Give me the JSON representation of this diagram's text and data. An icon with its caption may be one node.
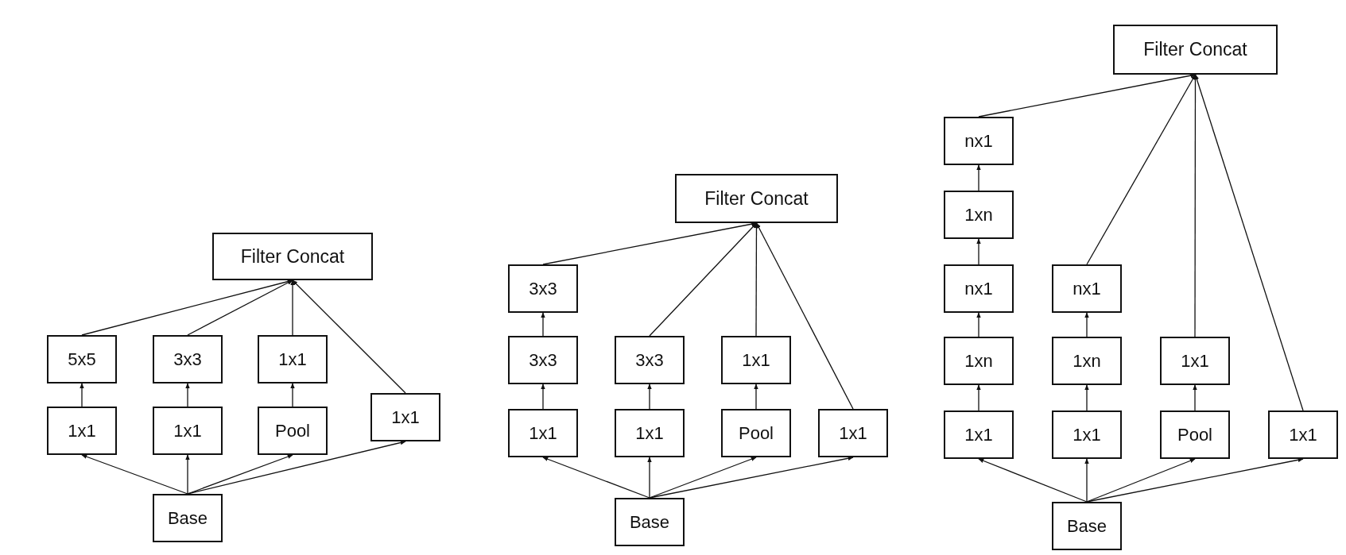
{
  "diagram": {
    "nodes": [
      {
        "text": [
          "Filter Concat"
        ]
      },
      {
        "text": [
          "5x5"
        ]
      },
      {
        "text": [
          "3x3"
        ]
      },
      {
        "text": [
          "1x1"
        ]
      },
      {
        "text": [
          "1x1"
        ]
      },
      {
        "text": [
          "1x1"
        ]
      },
      {
        "text": [
          "1x1"
        ]
      },
      {
        "text": [
          "Pool"
        ]
      },
      {
        "text": [
          "Base"
        ]
      },
      {
        "text": [
          "Filter Concat"
        ]
      },
      {
        "text": [
          "3x3"
        ]
      },
      {
        "text": [
          "3x3"
        ]
      },
      {
        "text": [
          "3x3"
        ]
      },
      {
        "text": [
          "1x1"
        ]
      },
      {
        "text": [
          "1x1"
        ]
      },
      {
        "text": [
          "1x1"
        ]
      },
      {
        "text": [
          "Pool"
        ]
      },
      {
        "text": [
          "1x1"
        ]
      },
      {
        "text": [
          "Base"
        ]
      },
      {
        "text": [
          "Filter Concat"
        ]
      },
      {
        "text": [
          "nx1"
        ]
      },
      {
        "text": [
          "1xn"
        ]
      },
      {
        "text": [
          "nx1"
        ]
      },
      {
        "text": [
          "nx1"
        ]
      },
      {
        "text": [
          "1xn"
        ]
      },
      {
        "text": [
          "1xn"
        ]
      },
      {
        "text": [
          "1x1"
        ]
      },
      {
        "text": [
          "1x1"
        ]
      },
      {
        "text": [
          "1x1"
        ]
      },
      {
        "text": [
          "Pool"
        ]
      },
      {
        "text": [
          "1x1"
        ]
      },
      {
        "text": [
          "Base"
        ]
      }
    ],
    "edges": [
      {
        "from": 8,
        "to": 5,
        "arrow": "to"
      },
      {
        "from": 8,
        "to": 6,
        "arrow": "to"
      },
      {
        "from": 8,
        "to": 7,
        "arrow": "to"
      },
      {
        "from": 8,
        "to": 4,
        "arrow": "to"
      },
      {
        "from": 5,
        "to": 1,
        "arrow": "to"
      },
      {
        "from": 6,
        "to": 2,
        "arrow": "to"
      },
      {
        "from": 7,
        "to": 3,
        "arrow": "to"
      },
      {
        "from": 1,
        "to": 0,
        "arrow": "to"
      },
      {
        "from": 2,
        "to": 0,
        "arrow": "to"
      },
      {
        "from": 3,
        "to": 0,
        "arrow": "to"
      },
      {
        "from": 4,
        "to": 0,
        "arrow": "to"
      },
      {
        "from": 18,
        "to": 14,
        "arrow": "to"
      },
      {
        "from": 18,
        "to": 15,
        "arrow": "to"
      },
      {
        "from": 18,
        "to": 16,
        "arrow": "to"
      },
      {
        "from": 18,
        "to": 17,
        "arrow": "to"
      },
      {
        "from": 14,
        "to": 11,
        "arrow": "to"
      },
      {
        "from": 11,
        "to": 10,
        "arrow": "to"
      },
      {
        "from": 15,
        "to": 12,
        "arrow": "to"
      },
      {
        "from": 16,
        "to": 13,
        "arrow": "to"
      },
      {
        "from": 10,
        "to": 9,
        "arrow": "to"
      },
      {
        "from": 12,
        "to": 9,
        "arrow": "to"
      },
      {
        "from": 13,
        "to": 9,
        "arrow": "to"
      },
      {
        "from": 17,
        "to": 9,
        "arrow": "to"
      },
      {
        "from": 31,
        "to": 27,
        "arrow": "to"
      },
      {
        "from": 31,
        "to": 28,
        "arrow": "to"
      },
      {
        "from": 31,
        "to": 29,
        "arrow": "to"
      },
      {
        "from": 31,
        "to": 30,
        "arrow": "to"
      },
      {
        "from": 27,
        "to": 24,
        "arrow": "to"
      },
      {
        "from": 24,
        "to": 22,
        "arrow": "to"
      },
      {
        "from": 22,
        "to": 21,
        "arrow": "to"
      },
      {
        "from": 21,
        "to": 20,
        "arrow": "to"
      },
      {
        "from": 28,
        "to": 25,
        "arrow": "to"
      },
      {
        "from": 25,
        "to": 23,
        "arrow": "to"
      },
      {
        "from": 29,
        "to": 26,
        "arrow": "to"
      },
      {
        "from": 20,
        "to": 19,
        "arrow": "to"
      },
      {
        "from": 23,
        "to": 19,
        "arrow": "to"
      },
      {
        "from": 26,
        "to": 19,
        "arrow": "to"
      },
      {
        "from": 30,
        "to": 19,
        "arrow": "to"
      }
    ]
  }
}
